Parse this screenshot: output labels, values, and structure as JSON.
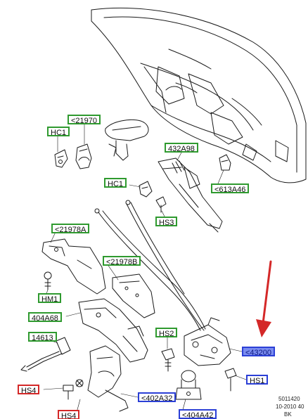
{
  "labels": {
    "c21970": "<21970",
    "hc1_top": "HC1",
    "c432a98": "432A98",
    "hc1_mid": "HC1",
    "c613a46": "<613A46",
    "hs3": "HS3",
    "c21978a": "<21978A",
    "c21978b": "<21978B",
    "hm1": "HM1",
    "c404a68": "404A68",
    "c14613": "14613",
    "hs2": "HS2",
    "c43200": "<43200",
    "hs1": "HS1",
    "hs4_top": "HS4",
    "c402a32": "<402A32",
    "hs4_bottom": "HS4",
    "c404a42": "<404A42"
  },
  "footer": {
    "ref": "5011420",
    "date": "10-2010 40",
    "author": "BK"
  },
  "colors": {
    "green_frame": "#2f9a2f",
    "blue_frame": "#2b3fd6",
    "red_frame": "#d42828",
    "highlight_fill": "#7a8cf0",
    "arrow": "#d42828"
  }
}
